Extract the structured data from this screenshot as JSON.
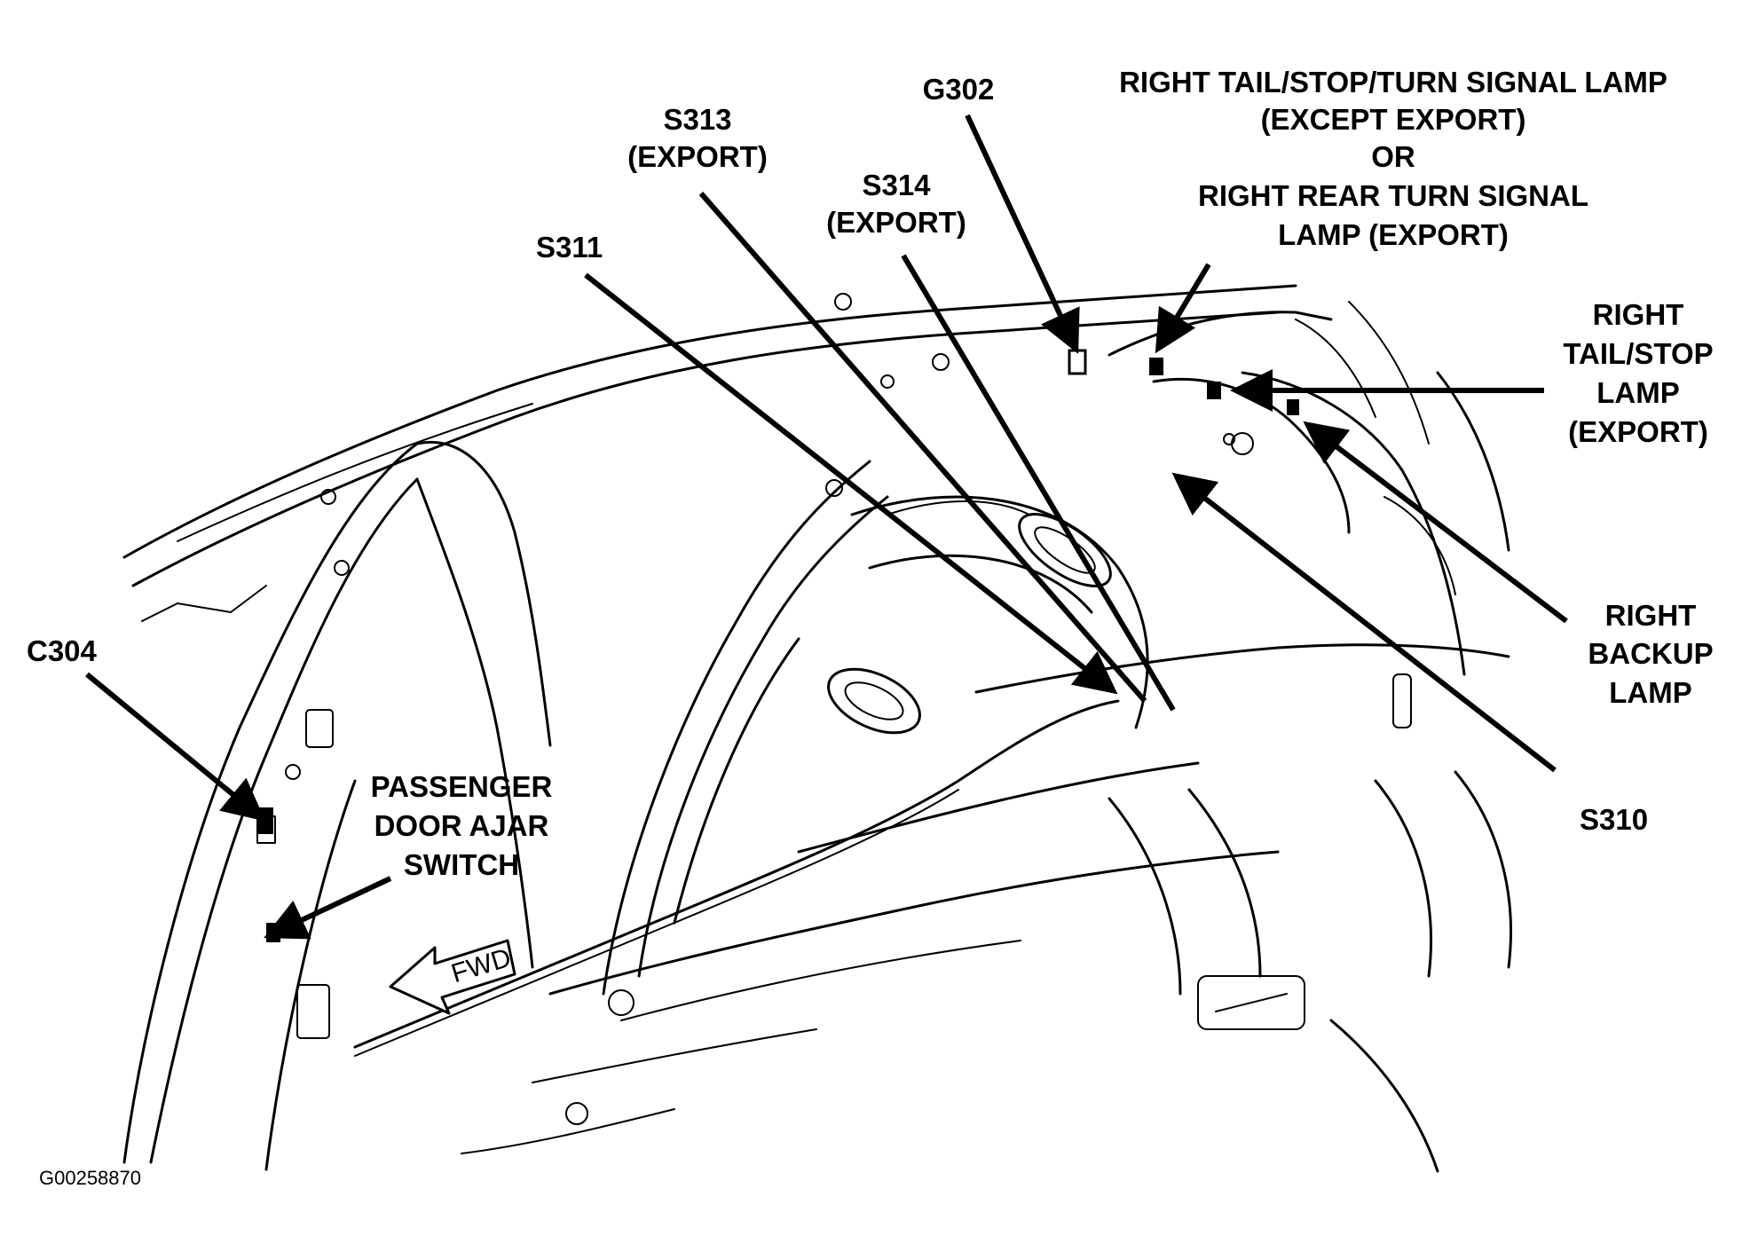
{
  "figure_code": "G00258870",
  "fwd_marker": "FWD",
  "callouts": {
    "c304": [
      "C304"
    ],
    "door_switch": [
      "PASSENGER",
      "DOOR AJAR",
      "SWITCH"
    ],
    "s311": [
      "S311"
    ],
    "s313": [
      "S313",
      "(EXPORT)"
    ],
    "s314": [
      "S314",
      "(EXPORT)"
    ],
    "g302": [
      "G302"
    ],
    "tail_lamp": [
      "RIGHT TAIL/STOP/TURN SIGNAL LAMP",
      "(EXCEPT EXPORT)",
      "OR",
      "RIGHT REAR TURN SIGNAL",
      "LAMP (EXPORT)"
    ],
    "tail_stop_export": [
      "RIGHT",
      "TAIL/STOP",
      "LAMP",
      "(EXPORT)"
    ],
    "backup_lamp": [
      "RIGHT",
      "BACKUP",
      "LAMP"
    ],
    "s310": [
      "S310"
    ]
  }
}
